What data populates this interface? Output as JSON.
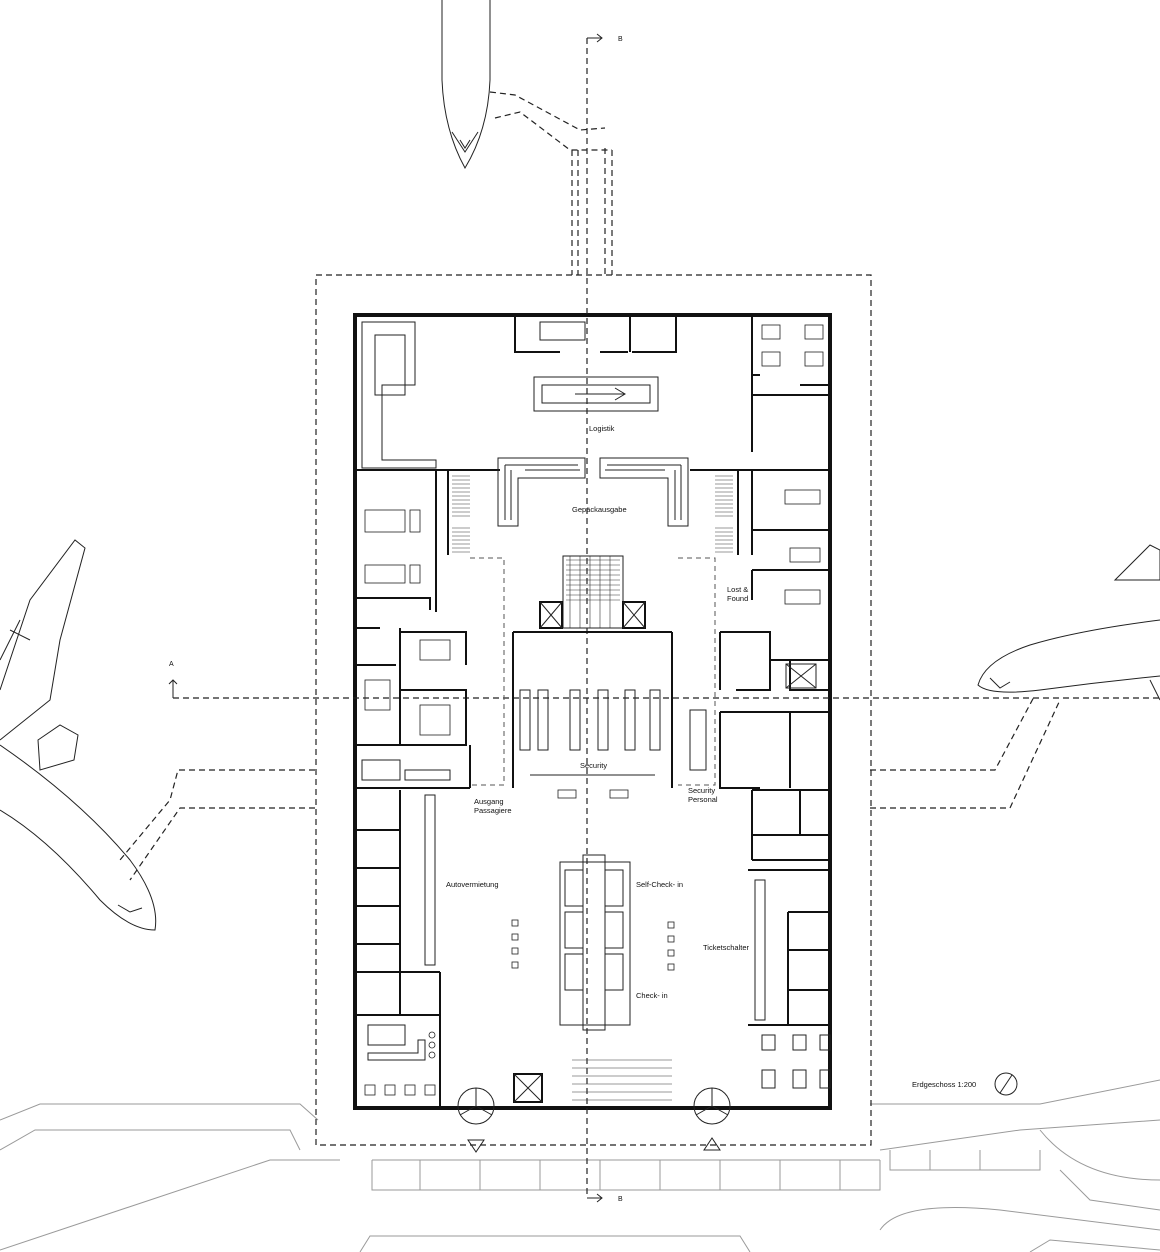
{
  "drawing": {
    "title": "Erdgeschoss 1:200",
    "section_marks": {
      "a": "A",
      "b": "B"
    }
  },
  "rooms": {
    "logistik": "Logistik",
    "gepaeckausgabe": "Gepäckausgabe",
    "lost_found_1": "Lost &",
    "lost_found_2": "Found",
    "security": "Security",
    "security_personal_1": "Security",
    "security_personal_2": "Personal",
    "ausgang_1": "Ausgang",
    "ausgang_2": "Passagiere",
    "autovermietung": "Autovermietung",
    "self_checkin": "Self-Check- in",
    "ticketschalter": "Ticketschalter",
    "checkin": "Check- in"
  }
}
